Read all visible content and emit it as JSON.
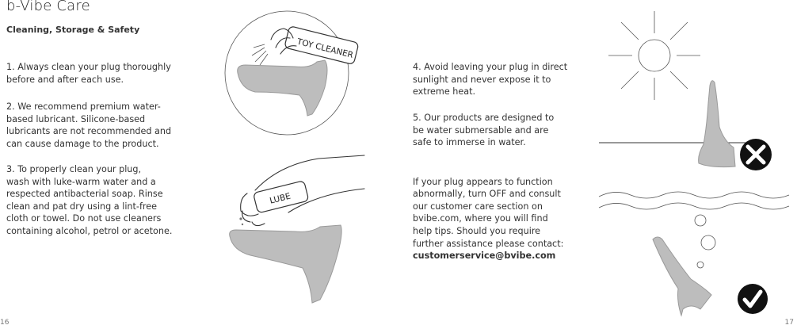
{
  "header": {
    "title": "b-Vibe Care",
    "subtitle": "Cleaning, Storage & Safety"
  },
  "left": {
    "p1": "1. Always clean your plug thoroughly\nbefore and after each use.",
    "p2": "2. We recommend premium water-\nbased lubricant. Silicone-based\nlubricants are not recommended and\ncan cause damage to the product.",
    "p3": "3. To properly clean your plug,\nwash with luke-warm water and a\nrespected antibacterial soap. Rinse\nclean and pat dry using a lint-free\ncloth or towel. Do not use cleaners\ncontaining alcohol, petrol or acetone."
  },
  "right": {
    "p4": "4. Avoid leaving your plug in direct\nsunlight and never expose it to\nextreme heat.",
    "p5": "5. Our products are designed to\nbe water submersable and are\nsafe to immerse in water.",
    "p6": "If your plug  appears to function\nabnormally, turn OFF and consult\nour customer care section on\nbvibe.com, where you will find\nhelp tips. Should you require\nfurther assistance please contact:",
    "email": "customerservice@bvibe.com"
  },
  "illustrations": {
    "cleaner_label": "TOY CLEANER",
    "lube_label": "LUBE"
  },
  "page_numbers": {
    "left": "16",
    "right": "17"
  },
  "icons": {
    "wrong": "cross-circle-icon",
    "right": "checkmark-circle-icon",
    "sun": "sun-icon"
  }
}
